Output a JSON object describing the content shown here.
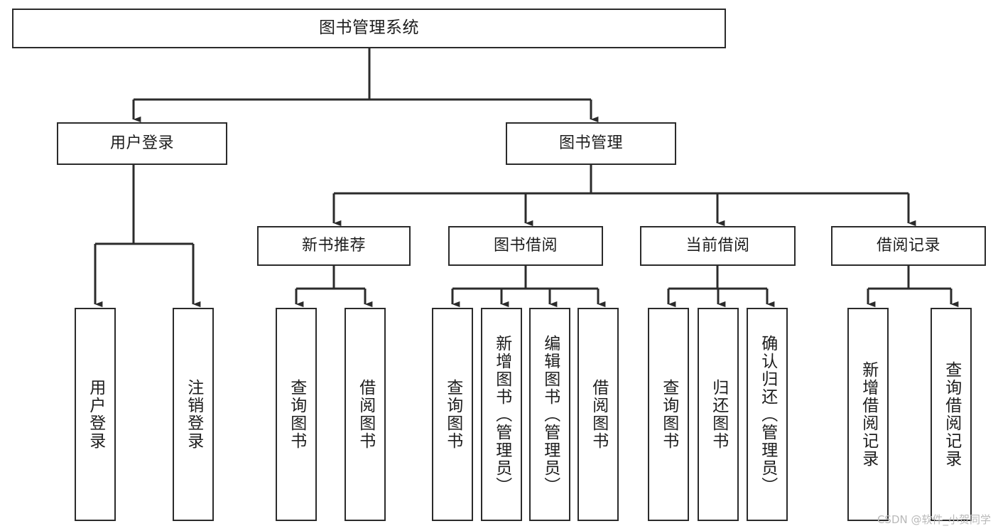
{
  "diagram": {
    "type": "tree-hierarchy",
    "title": "图书管理系统",
    "orientation": "top-down",
    "colors": {
      "box_border": "#2b2b2b",
      "box_fill": "#ffffff",
      "edge": "#2b2b2b",
      "text": "#1d1d1d",
      "watermark": "#b9b9b9"
    },
    "nodes": {
      "root": {
        "label": "图书管理系统"
      },
      "level2": [
        {
          "id": "user-login",
          "label": "用户登录"
        },
        {
          "id": "book-manage",
          "label": "图书管理"
        }
      ],
      "level3": [
        {
          "id": "new-book-rec",
          "label": "新书推荐"
        },
        {
          "id": "book-borrow",
          "label": "图书借阅"
        },
        {
          "id": "current-borrow",
          "label": "当前借阅"
        },
        {
          "id": "borrow-record",
          "label": "借阅记录"
        }
      ],
      "leaves": [
        {
          "id": "leaf-user-login",
          "label": "用户登录",
          "parent": "user-login"
        },
        {
          "id": "leaf-logout",
          "label": "注销登录",
          "parent": "user-login"
        },
        {
          "id": "leaf-query-book-1",
          "label": "查询图书",
          "parent": "new-book-rec"
        },
        {
          "id": "leaf-borrow-book-1",
          "label": "借阅图书",
          "parent": "new-book-rec"
        },
        {
          "id": "leaf-query-book-2",
          "label": "查询图书",
          "parent": "book-borrow"
        },
        {
          "id": "leaf-add-book",
          "label": "新增图书（管理员）",
          "parent": "book-borrow"
        },
        {
          "id": "leaf-edit-book",
          "label": "编辑图书（管理员）",
          "parent": "book-borrow"
        },
        {
          "id": "leaf-borrow-book-2",
          "label": "借阅图书",
          "parent": "book-borrow"
        },
        {
          "id": "leaf-query-book-3",
          "label": "查询图书",
          "parent": "current-borrow"
        },
        {
          "id": "leaf-return-book",
          "label": "归还图书",
          "parent": "current-borrow"
        },
        {
          "id": "leaf-confirm-return",
          "label": "确认归还（管理员）",
          "parent": "current-borrow"
        },
        {
          "id": "leaf-add-record",
          "label": "新增借阅记录",
          "parent": "borrow-record"
        },
        {
          "id": "leaf-query-record",
          "label": "查询借阅记录",
          "parent": "borrow-record"
        }
      ]
    },
    "watermark": "CSDN @软件_小贺同学"
  }
}
